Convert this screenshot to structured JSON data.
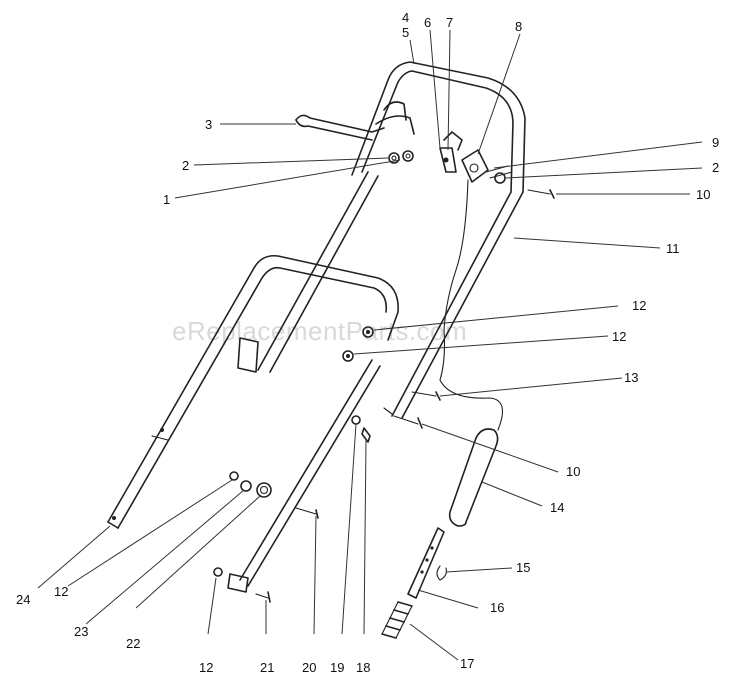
{
  "watermark": "eReplacementParts.com",
  "callouts": [
    {
      "id": "c1",
      "label": "1"
    },
    {
      "id": "c2a",
      "label": "2"
    },
    {
      "id": "c2b",
      "label": "2"
    },
    {
      "id": "c3",
      "label": "3"
    },
    {
      "id": "c4",
      "label": "4"
    },
    {
      "id": "c5",
      "label": "5"
    },
    {
      "id": "c6",
      "label": "6"
    },
    {
      "id": "c7",
      "label": "7"
    },
    {
      "id": "c8",
      "label": "8"
    },
    {
      "id": "c9",
      "label": "9"
    },
    {
      "id": "c10a",
      "label": "10"
    },
    {
      "id": "c10b",
      "label": "10"
    },
    {
      "id": "c11",
      "label": "11"
    },
    {
      "id": "c12a",
      "label": "12"
    },
    {
      "id": "c12b",
      "label": "12"
    },
    {
      "id": "c12c",
      "label": "12"
    },
    {
      "id": "c12d",
      "label": "12"
    },
    {
      "id": "c13",
      "label": "13"
    },
    {
      "id": "c14",
      "label": "14"
    },
    {
      "id": "c15",
      "label": "15"
    },
    {
      "id": "c16",
      "label": "16"
    },
    {
      "id": "c17",
      "label": "17"
    },
    {
      "id": "c18",
      "label": "18"
    },
    {
      "id": "c19",
      "label": "19"
    },
    {
      "id": "c20",
      "label": "20"
    },
    {
      "id": "c21",
      "label": "21"
    },
    {
      "id": "c22",
      "label": "22"
    },
    {
      "id": "c23",
      "label": "23"
    },
    {
      "id": "c24",
      "label": "24"
    }
  ]
}
